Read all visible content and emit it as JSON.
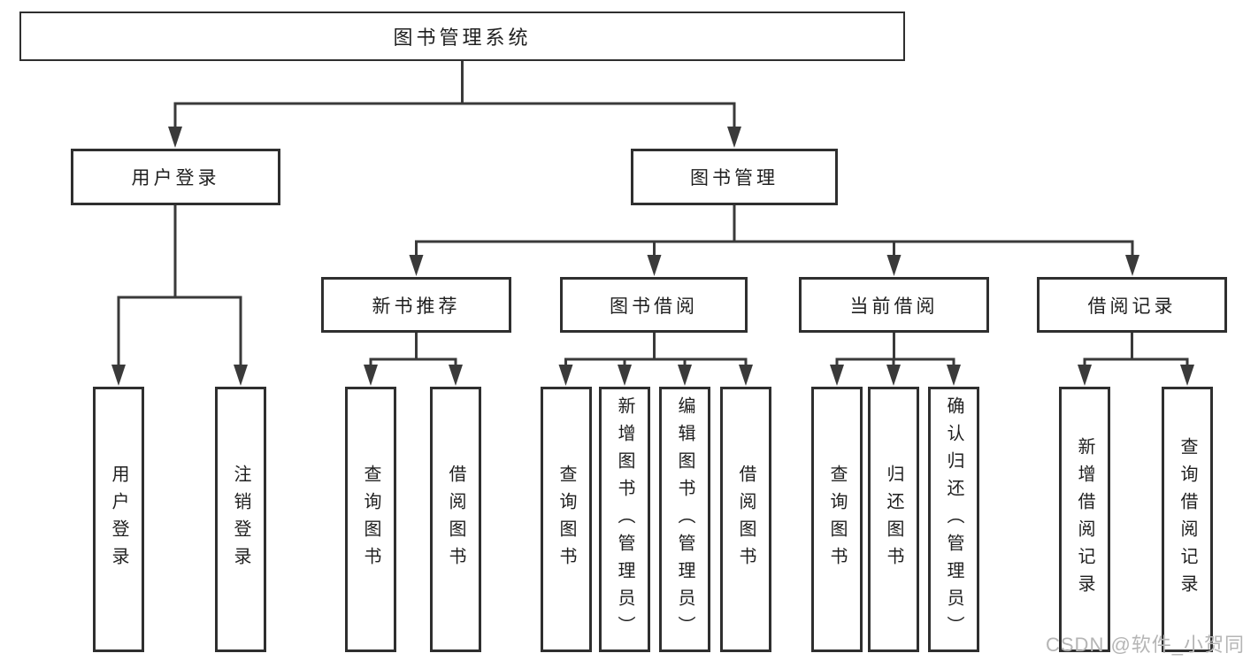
{
  "root": {
    "label": "图书管理系统"
  },
  "level2": [
    {
      "label": "用户登录"
    },
    {
      "label": "图书管理"
    }
  ],
  "level3": [
    {
      "label": "新书推荐"
    },
    {
      "label": "图书借阅"
    },
    {
      "label": "当前借阅"
    },
    {
      "label": "借阅记录"
    }
  ],
  "leaves": [
    {
      "label": "用户登录"
    },
    {
      "label": "注销登录"
    },
    {
      "label": "查询图书"
    },
    {
      "label": "借阅图书"
    },
    {
      "label": "查询图书"
    },
    {
      "label": "新增图书（管理员）"
    },
    {
      "label": "编辑图书（管理员）"
    },
    {
      "label": "借阅图书"
    },
    {
      "label": "查询图书"
    },
    {
      "label": "归还图书"
    },
    {
      "label": "确认归还（管理员）"
    },
    {
      "label": "新增借阅记录"
    },
    {
      "label": "查询借阅记录"
    }
  ],
  "watermark": {
    "label": "CSDN @软件_小贺同学"
  },
  "colors": {
    "line": "#3a3a3a",
    "border": "#2f2f2f",
    "text": "#1f1f1f",
    "watermark": "#b5b5b5",
    "background": "#ffffff"
  }
}
